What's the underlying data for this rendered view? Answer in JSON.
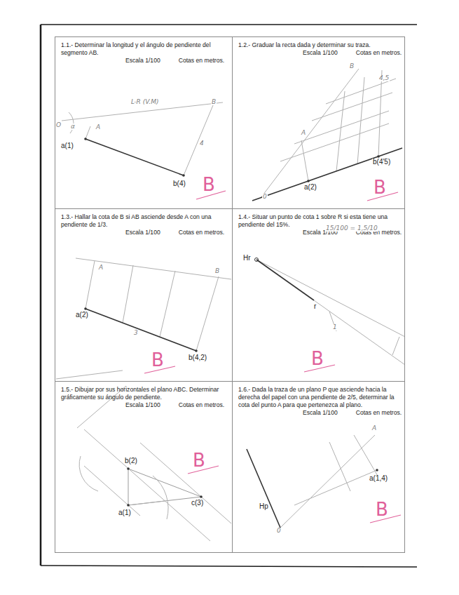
{
  "diagram": {
    "nodes": [
      {
        "text": [
          "1.1.- Determinar la longitud y el ángulo de pendiente del segmento AB.",
          "Escala 1/100",
          "Cotas en metros."
        ]
      },
      {
        "text": [
          "1.2.- Graduar la recta dada y determinar su traza.",
          "Escala 1/100",
          "Cotas en metros."
        ]
      },
      {
        "text": [
          "1.3.- Hallar la cota de B si AB asciende desde A con una pendiente de 1/3.",
          "Escala 1/100",
          "Cotas en metros."
        ]
      },
      {
        "text": [
          "1.4.- Situar un punto de cota 1 sobre R si esta tiene una pendiente del 15%.",
          "Escala 1/100",
          "Cotas en metros."
        ]
      },
      {
        "text": [
          "1.5.- Dibujar por sus horizontales el plano ABC. Determinar gráficamente su ángulo de pendiente.",
          "Escala 1/100",
          "Cotas en metros."
        ]
      },
      {
        "text": [
          "1.6.- Dada la traza de un plano P que asciende hacia la derecha del papel con una pendiente de 2/5, determinar la cota del punto A para que pertenezca al plano.",
          "Escala 1/100",
          "Cotas en metros."
        ]
      }
    ],
    "labels": [
      "a(1)",
      "b(4)",
      "O",
      "α",
      "A",
      "L-R (V.M)",
      "B",
      "4",
      "B",
      "b(4'5)",
      "a(2)",
      "0",
      "A",
      "B",
      "4,5",
      "B",
      "a(2)",
      "b(4,2)",
      "A",
      "B",
      "3",
      "B",
      "15/100 = 1,5/10",
      "Hr",
      "r",
      "1",
      "B",
      "b(2)",
      "a(1)",
      "c(3)",
      "B",
      "a(1,4)",
      "Hp",
      "A",
      "0",
      "B"
    ]
  }
}
